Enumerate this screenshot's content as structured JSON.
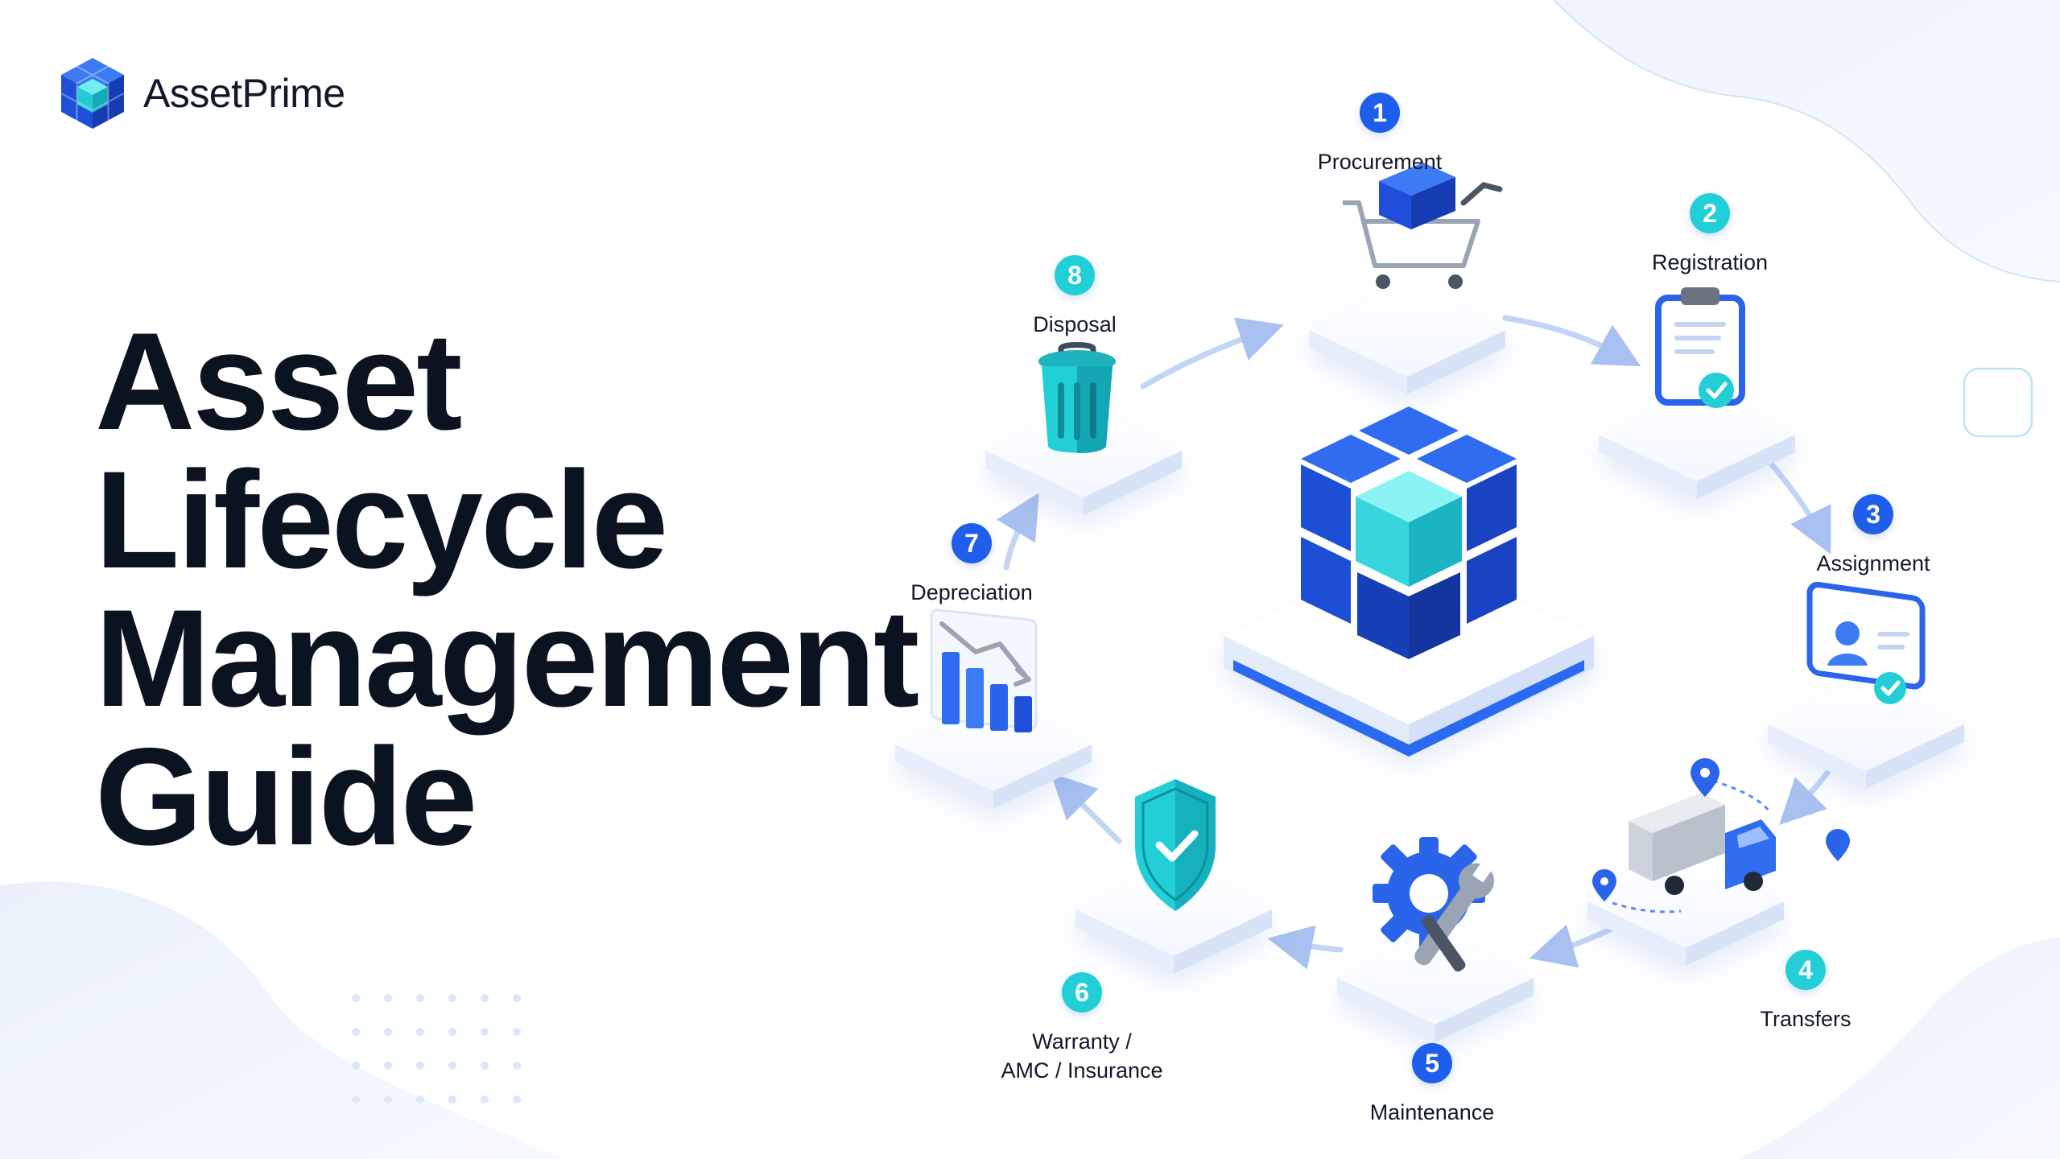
{
  "brand": {
    "name": "AssetPrime",
    "icon": "cube-logo-icon"
  },
  "headline": {
    "lines": [
      "Asset",
      "Lifecycle",
      "Management",
      "Guide"
    ]
  },
  "steps": [
    {
      "number": "1",
      "label": "Procurement",
      "icon": "shopping-cart-icon",
      "badge_color": "#1f5eea"
    },
    {
      "number": "2",
      "label": "Registration",
      "icon": "clipboard-check-icon",
      "badge_color": "#22cfd6"
    },
    {
      "number": "3",
      "label": "Assignment",
      "icon": "id-card-icon",
      "badge_color": "#1f5eea"
    },
    {
      "number": "4",
      "label": "Transfers",
      "icon": "delivery-truck-icon",
      "badge_color": "#22cfd6"
    },
    {
      "number": "5",
      "label": "Maintenance",
      "icon": "gear-wrench-icon",
      "badge_color": "#1f5eea"
    },
    {
      "number": "6",
      "label_line1": "Warranty /",
      "label_line2": "AMC / Insurance",
      "icon": "shield-check-icon",
      "badge_color": "#22cfd6"
    },
    {
      "number": "7",
      "label": "Depreciation",
      "icon": "declining-bar-chart-icon",
      "badge_color": "#1f5eea"
    },
    {
      "number": "8",
      "label": "Disposal",
      "icon": "trash-bin-icon",
      "badge_color": "#22cfd6"
    }
  ],
  "center": {
    "icon": "asset-cube-icon"
  },
  "colors": {
    "primary": "#1f5eea",
    "accent": "#22cfd6",
    "text": "#0b1220",
    "arrow": "#b9cdf3"
  }
}
